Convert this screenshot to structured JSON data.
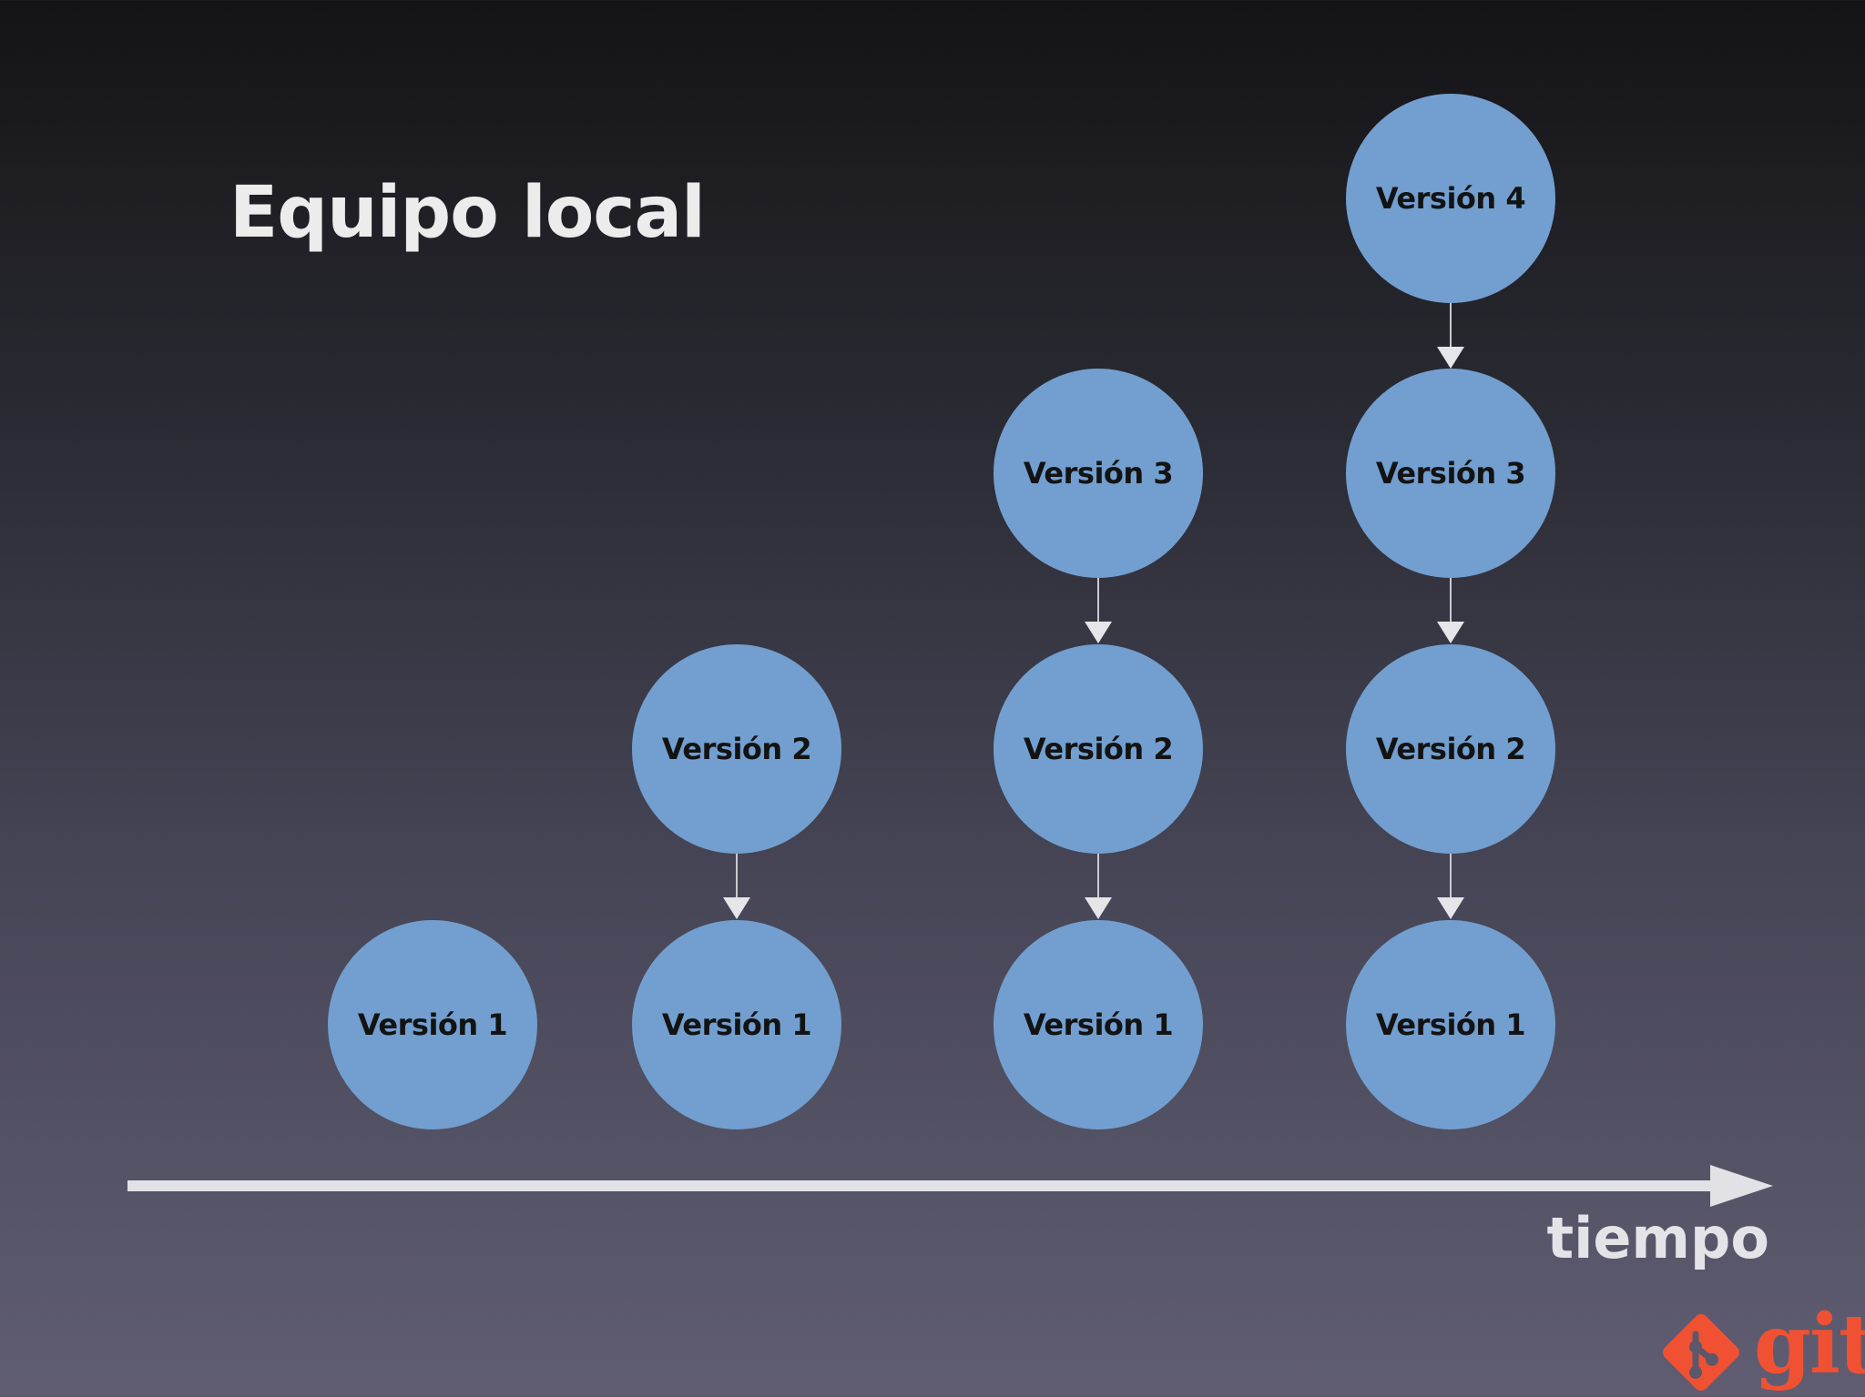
{
  "slide": {
    "title": "Equipo local",
    "axis_label": "tiempo"
  },
  "colors": {
    "node_fill": "#729fcf",
    "node_text": "#131313",
    "arrow": "#e6e6ea",
    "title_text": "#ececec",
    "git_brand": "#f05133"
  },
  "timeline": [
    {
      "versions": [
        "Versión 1"
      ]
    },
    {
      "versions": [
        "Versión 2",
        "Versión 1"
      ]
    },
    {
      "versions": [
        "Versión 3",
        "Versión 2",
        "Versión 1"
      ]
    },
    {
      "versions": [
        "Versión 4",
        "Versión 3",
        "Versión 2",
        "Versión 1"
      ]
    }
  ],
  "logo": {
    "word": "git",
    "icon": "git-logo-icon"
  }
}
